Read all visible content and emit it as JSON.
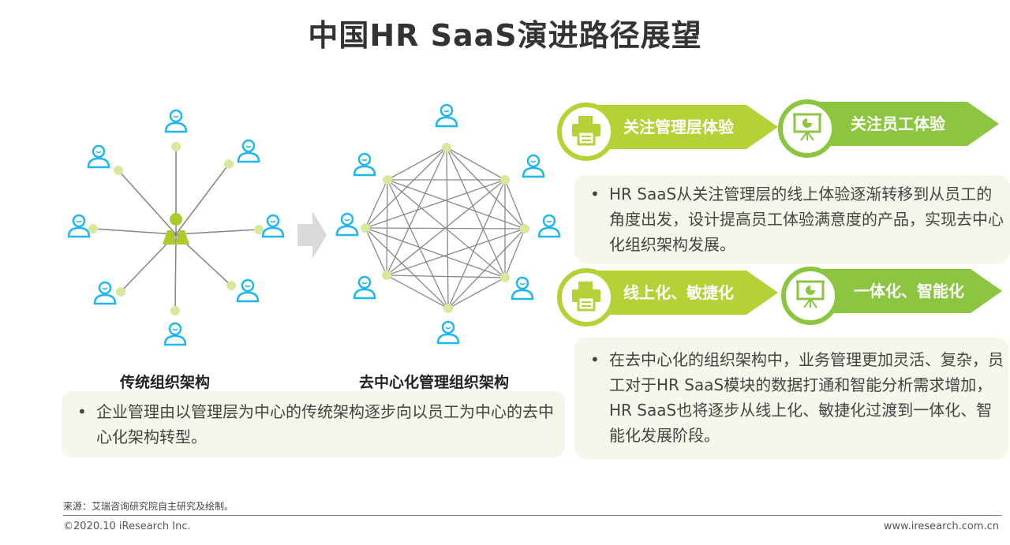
{
  "title": "中国HR SaaS演进路径展望",
  "left_diagram": {
    "caption": "传统组织架构"
  },
  "right_diagram": {
    "caption": "去中心化管理组织架构"
  },
  "left_note": "企业管理由以管理层为中心的传统架构逐步向以员工为中心的去中心化架构转型。",
  "banners": [
    {
      "label": "关注管理层体验",
      "icon": "printer-icon",
      "color": "#b3d235"
    },
    {
      "label": "关注员工体验",
      "icon": "presentation-board-icon",
      "color": "#8cc540"
    },
    {
      "label": "线上化、敏捷化",
      "icon": "printer-icon",
      "color": "#b3d235"
    },
    {
      "label": "一体化、智能化",
      "icon": "presentation-board-icon",
      "color": "#8cc540"
    }
  ],
  "note1": "HR SaaS从关注管理层的线上体验逐渐转移到从员工的角度出发，设计提高员工体验满意度的产品，实现去中心化组织架构发展。",
  "note2": "在去中心化的组织架构中，业务管理更加灵活、复杂，员工对于HR SaaS模块的数据打通和智能分析需求增加，HR SaaS也将逐步从线上化、敏捷化过渡到一体化、智能化发展阶段。",
  "bullet": "•",
  "footer": {
    "source": "来源：艾瑞咨询研究院自主研究及绘制。",
    "copyright": "©2020.10 iResearch Inc.",
    "url": "www.iresearch.com.cn"
  },
  "colors": {
    "person": "#1fb6ee",
    "node": "#d6e89a",
    "manager": "#a9cc2c",
    "line": "#888888"
  }
}
